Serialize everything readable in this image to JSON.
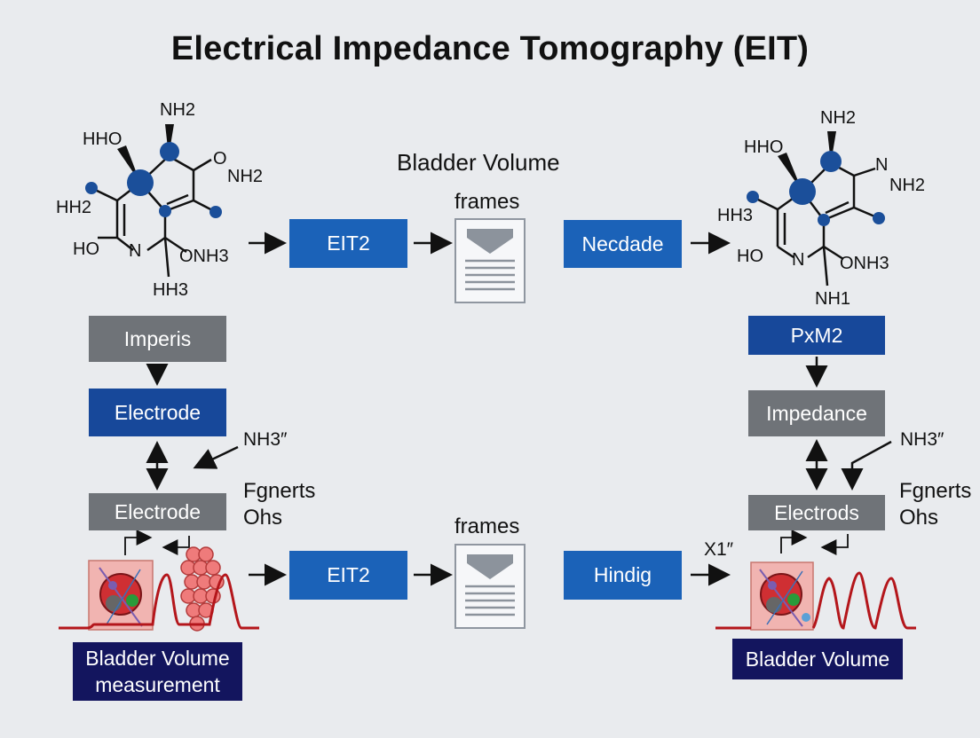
{
  "title": "Electrical Impedance Tomography (EIT)",
  "center_label": "Bladder Volume",
  "frames_label": "frames",
  "left_molecule": {
    "labels": [
      "NH2",
      "HHO",
      "O",
      "NH2",
      "HH2",
      "HO",
      "N",
      "ONH3",
      "HH3"
    ]
  },
  "right_molecule": {
    "labels": [
      "NH2",
      "HHO",
      "N",
      "NH2",
      "HH3",
      "HO",
      "N",
      "ONH3",
      "NH1"
    ]
  },
  "left_column": {
    "box1": "Imperis",
    "box2": "Electrode",
    "side_label": "NH3″",
    "box3": "Electrode",
    "note_line1": "Fgnerts",
    "note_line2": "Ohs",
    "measure_line1": "Bladder Volume",
    "measure_line2": "measurement"
  },
  "right_column": {
    "box1": "PxM2",
    "box2": "Impedance",
    "side_label": "NH3″",
    "box3": "Electrods",
    "note_line1": "Fgnerts",
    "note_line2": "Ohs",
    "x_label": "X1″",
    "measure": "Bladder Volume"
  },
  "top_row": {
    "eit": "EIT2",
    "process": "Necdade"
  },
  "bottom_row": {
    "eit": "EIT2",
    "process": "Hindig"
  },
  "colors": {
    "blue": "#1b62b8",
    "dark_blue": "#17489a",
    "gray": "#6f7378",
    "navy": "#13155e",
    "signal": "#b4161b"
  }
}
